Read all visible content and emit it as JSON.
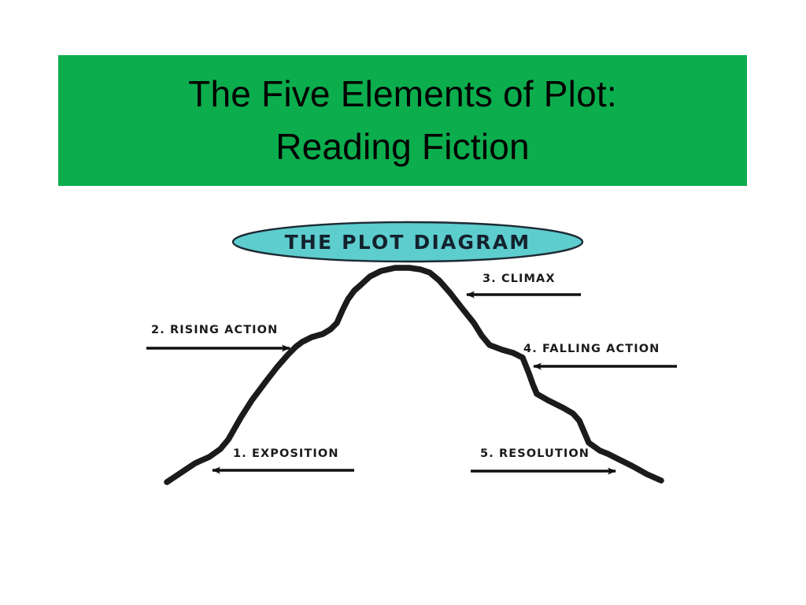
{
  "slide": {
    "background_color": "#ffffff",
    "title": {
      "banner_color": "#0cad4d",
      "text_color": "#000000",
      "line1": "The Five Elements of Plot:",
      "line2": "Reading Fiction"
    }
  },
  "figure": {
    "name": "plot-diagram",
    "oval": {
      "label": "THE PLOT DIAGRAM",
      "fill_color": "#5dcdce",
      "stroke_color": "#1d2a33",
      "text_color": "#14222e"
    },
    "curve_color": "#1b1b1b",
    "arrow_color": "#101010",
    "stages": [
      {
        "id": "exposition",
        "number": "1.",
        "label": "1. EXPOSITION",
        "arrow_direction": "left",
        "position": "bottom-left"
      },
      {
        "id": "rising-action",
        "number": "2.",
        "label": "2. RISING ACTION",
        "arrow_direction": "right",
        "position": "middle-left"
      },
      {
        "id": "climax",
        "number": "3.",
        "label": "3. CLIMAX",
        "arrow_direction": "left",
        "position": "top-right"
      },
      {
        "id": "falling-action",
        "number": "4.",
        "label": "4. FALLING ACTION",
        "arrow_direction": "left",
        "position": "middle-right"
      },
      {
        "id": "resolution",
        "number": "5.",
        "label": "5. RESOLUTION",
        "arrow_direction": "right",
        "position": "bottom-right"
      }
    ]
  },
  "chart_data": {
    "type": "line",
    "title": "THE PLOT DIAGRAM",
    "xlabel": "",
    "ylabel": "",
    "grid": false,
    "legend": "none",
    "annotations": [
      "1. EXPOSITION",
      "2. RISING ACTION",
      "3. CLIMAX",
      "4. FALLING ACTION",
      "5. RESOLUTION"
    ],
    "series": [
      {
        "name": "plot arc",
        "points": [
          [
            42,
            350
          ],
          [
            78,
            326
          ],
          [
            96,
            318
          ],
          [
            120,
            296
          ],
          [
            136,
            268
          ],
          [
            168,
            222
          ],
          [
            196,
            188
          ],
          [
            214,
            172
          ],
          [
            240,
            162
          ],
          [
            258,
            148
          ],
          [
            272,
            118
          ],
          [
            288,
            100
          ],
          [
            314,
            82
          ],
          [
            350,
            78
          ],
          [
            376,
            84
          ],
          [
            402,
            110
          ],
          [
            432,
            148
          ],
          [
            452,
            176
          ],
          [
            494,
            192
          ],
          [
            502,
            212
          ],
          [
            512,
            238
          ],
          [
            546,
            256
          ],
          [
            566,
            272
          ],
          [
            578,
            300
          ],
          [
            610,
            318
          ],
          [
            670,
            348
          ]
        ]
      }
    ]
  }
}
